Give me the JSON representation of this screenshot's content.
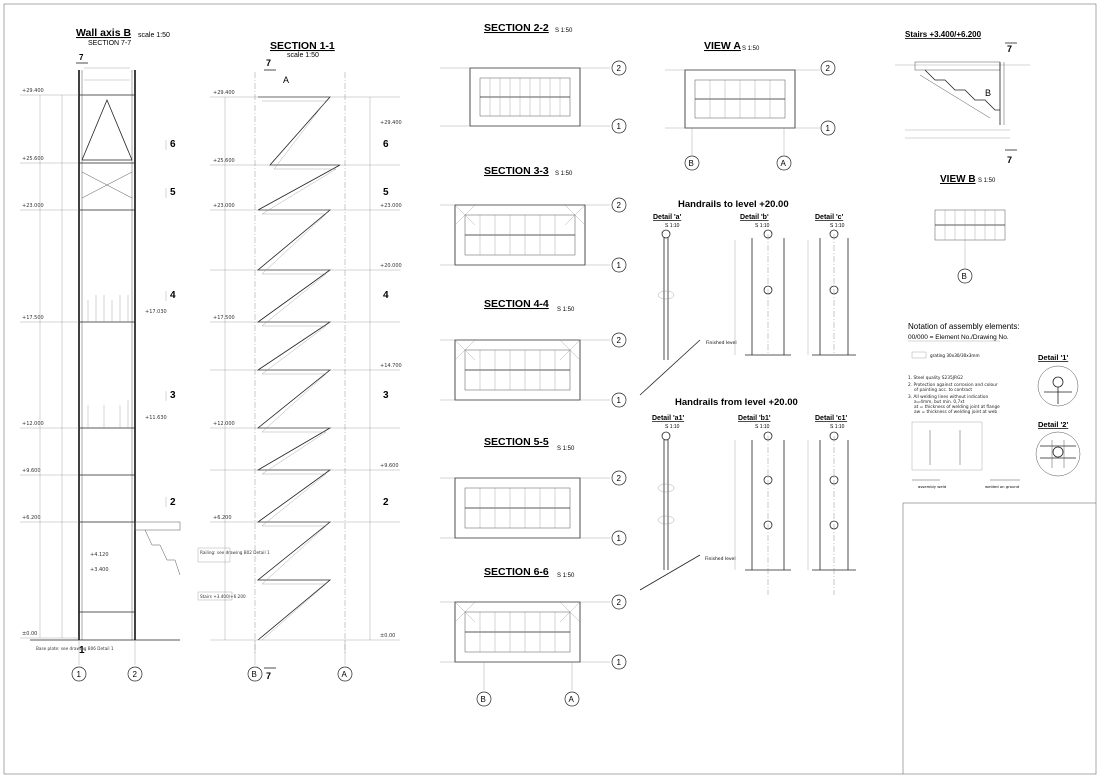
{
  "wall_axis": {
    "title": "Wall axis B",
    "scale": "scale 1:50",
    "subtitle": "SECTION 7-7",
    "levels": [
      "+29.400",
      "+25.600",
      "+23.000",
      "+17.500",
      "+12.000",
      "+9.600",
      "+6.200",
      "+4.120",
      "+3.400",
      "±0.00"
    ],
    "levels_right": [
      "+17.030",
      "+11.630"
    ],
    "markers": [
      "6",
      "5",
      "4",
      "3",
      "2",
      "1"
    ],
    "axes": [
      "1",
      "2"
    ],
    "notes": [
      "Railing: see drawing B02 Detail 1",
      "Stairs +3.400/+6.200",
      "Base plate: see drawing B06 Detail 1"
    ],
    "axis_mark": "7"
  },
  "section_1_1": {
    "title": "SECTION 1-1",
    "scale": "scale 1:50",
    "section_mark": "7",
    "label_a": "A",
    "levels": [
      "+29.400",
      "+25.600",
      "+23.000",
      "+20.000",
      "+17.500",
      "+14.700",
      "+12.000",
      "+9.600",
      "+6.200",
      "±0.00"
    ],
    "markers": [
      "6",
      "5",
      "4",
      "3",
      "2"
    ],
    "axes": [
      "B",
      "A"
    ]
  },
  "sections": [
    {
      "title": "SECTION 2-2",
      "scale": "S 1:50"
    },
    {
      "title": "SECTION 3-3",
      "scale": "S 1:50"
    },
    {
      "title": "SECTION 4-4",
      "scale": "S 1:50"
    },
    {
      "title": "SECTION 5-5",
      "scale": "S 1:50"
    },
    {
      "title": "SECTION 6-6",
      "scale": "S 1:50"
    }
  ],
  "section_axes": [
    "1",
    "2"
  ],
  "section_bottom_axes": [
    "B",
    "A"
  ],
  "view_a": {
    "title": "VIEW A",
    "scale": "S 1:50",
    "axes": [
      "B",
      "A"
    ],
    "side_axes": [
      "2",
      "1"
    ]
  },
  "stairs": {
    "title": "Stairs +3.400/+6.200",
    "mark": "7",
    "label": "B"
  },
  "view_b": {
    "title": "VIEW B",
    "scale": "S 1:50",
    "axis": "B"
  },
  "handrails_to": {
    "title": "Handrails to level +20.00",
    "details": [
      {
        "name": "Detail 'a'",
        "scale": "S 1:10"
      },
      {
        "name": "Detail 'b'",
        "scale": "S 1:10"
      },
      {
        "name": "Detail 'c'",
        "scale": "S 1:10"
      }
    ],
    "finished_level": "Finished level"
  },
  "handrails_from": {
    "title": "Handrails from level +20.00",
    "details": [
      {
        "name": "Detail 'a1'",
        "scale": "S 1:10"
      },
      {
        "name": "Detail 'b1'",
        "scale": "S 1:10"
      },
      {
        "name": "Detail 'c1'",
        "scale": "S 1:10"
      }
    ],
    "finished_level": "Finished level"
  },
  "notation": {
    "title": "Notation of assembly elements:",
    "subtitle": "00/000 = Element No./Drawing No.",
    "legend": "grating 30x30/30x3mm",
    "notes": [
      "1. Steel quality S235JRG2",
      "2. Protection against corrosion and colour",
      "of painting acc. to contract",
      "3. All welding lines without indication",
      "a=4mm, but min. 0,7xt",
      "at = thickness of welding joint at flange",
      "aw = thickness of welding joint at web"
    ],
    "footer_left": "assembly weld",
    "footer_right": "welded on ground"
  },
  "detail_1": {
    "title": "Detail '1'"
  },
  "detail_2": {
    "title": "Detail '2'"
  }
}
